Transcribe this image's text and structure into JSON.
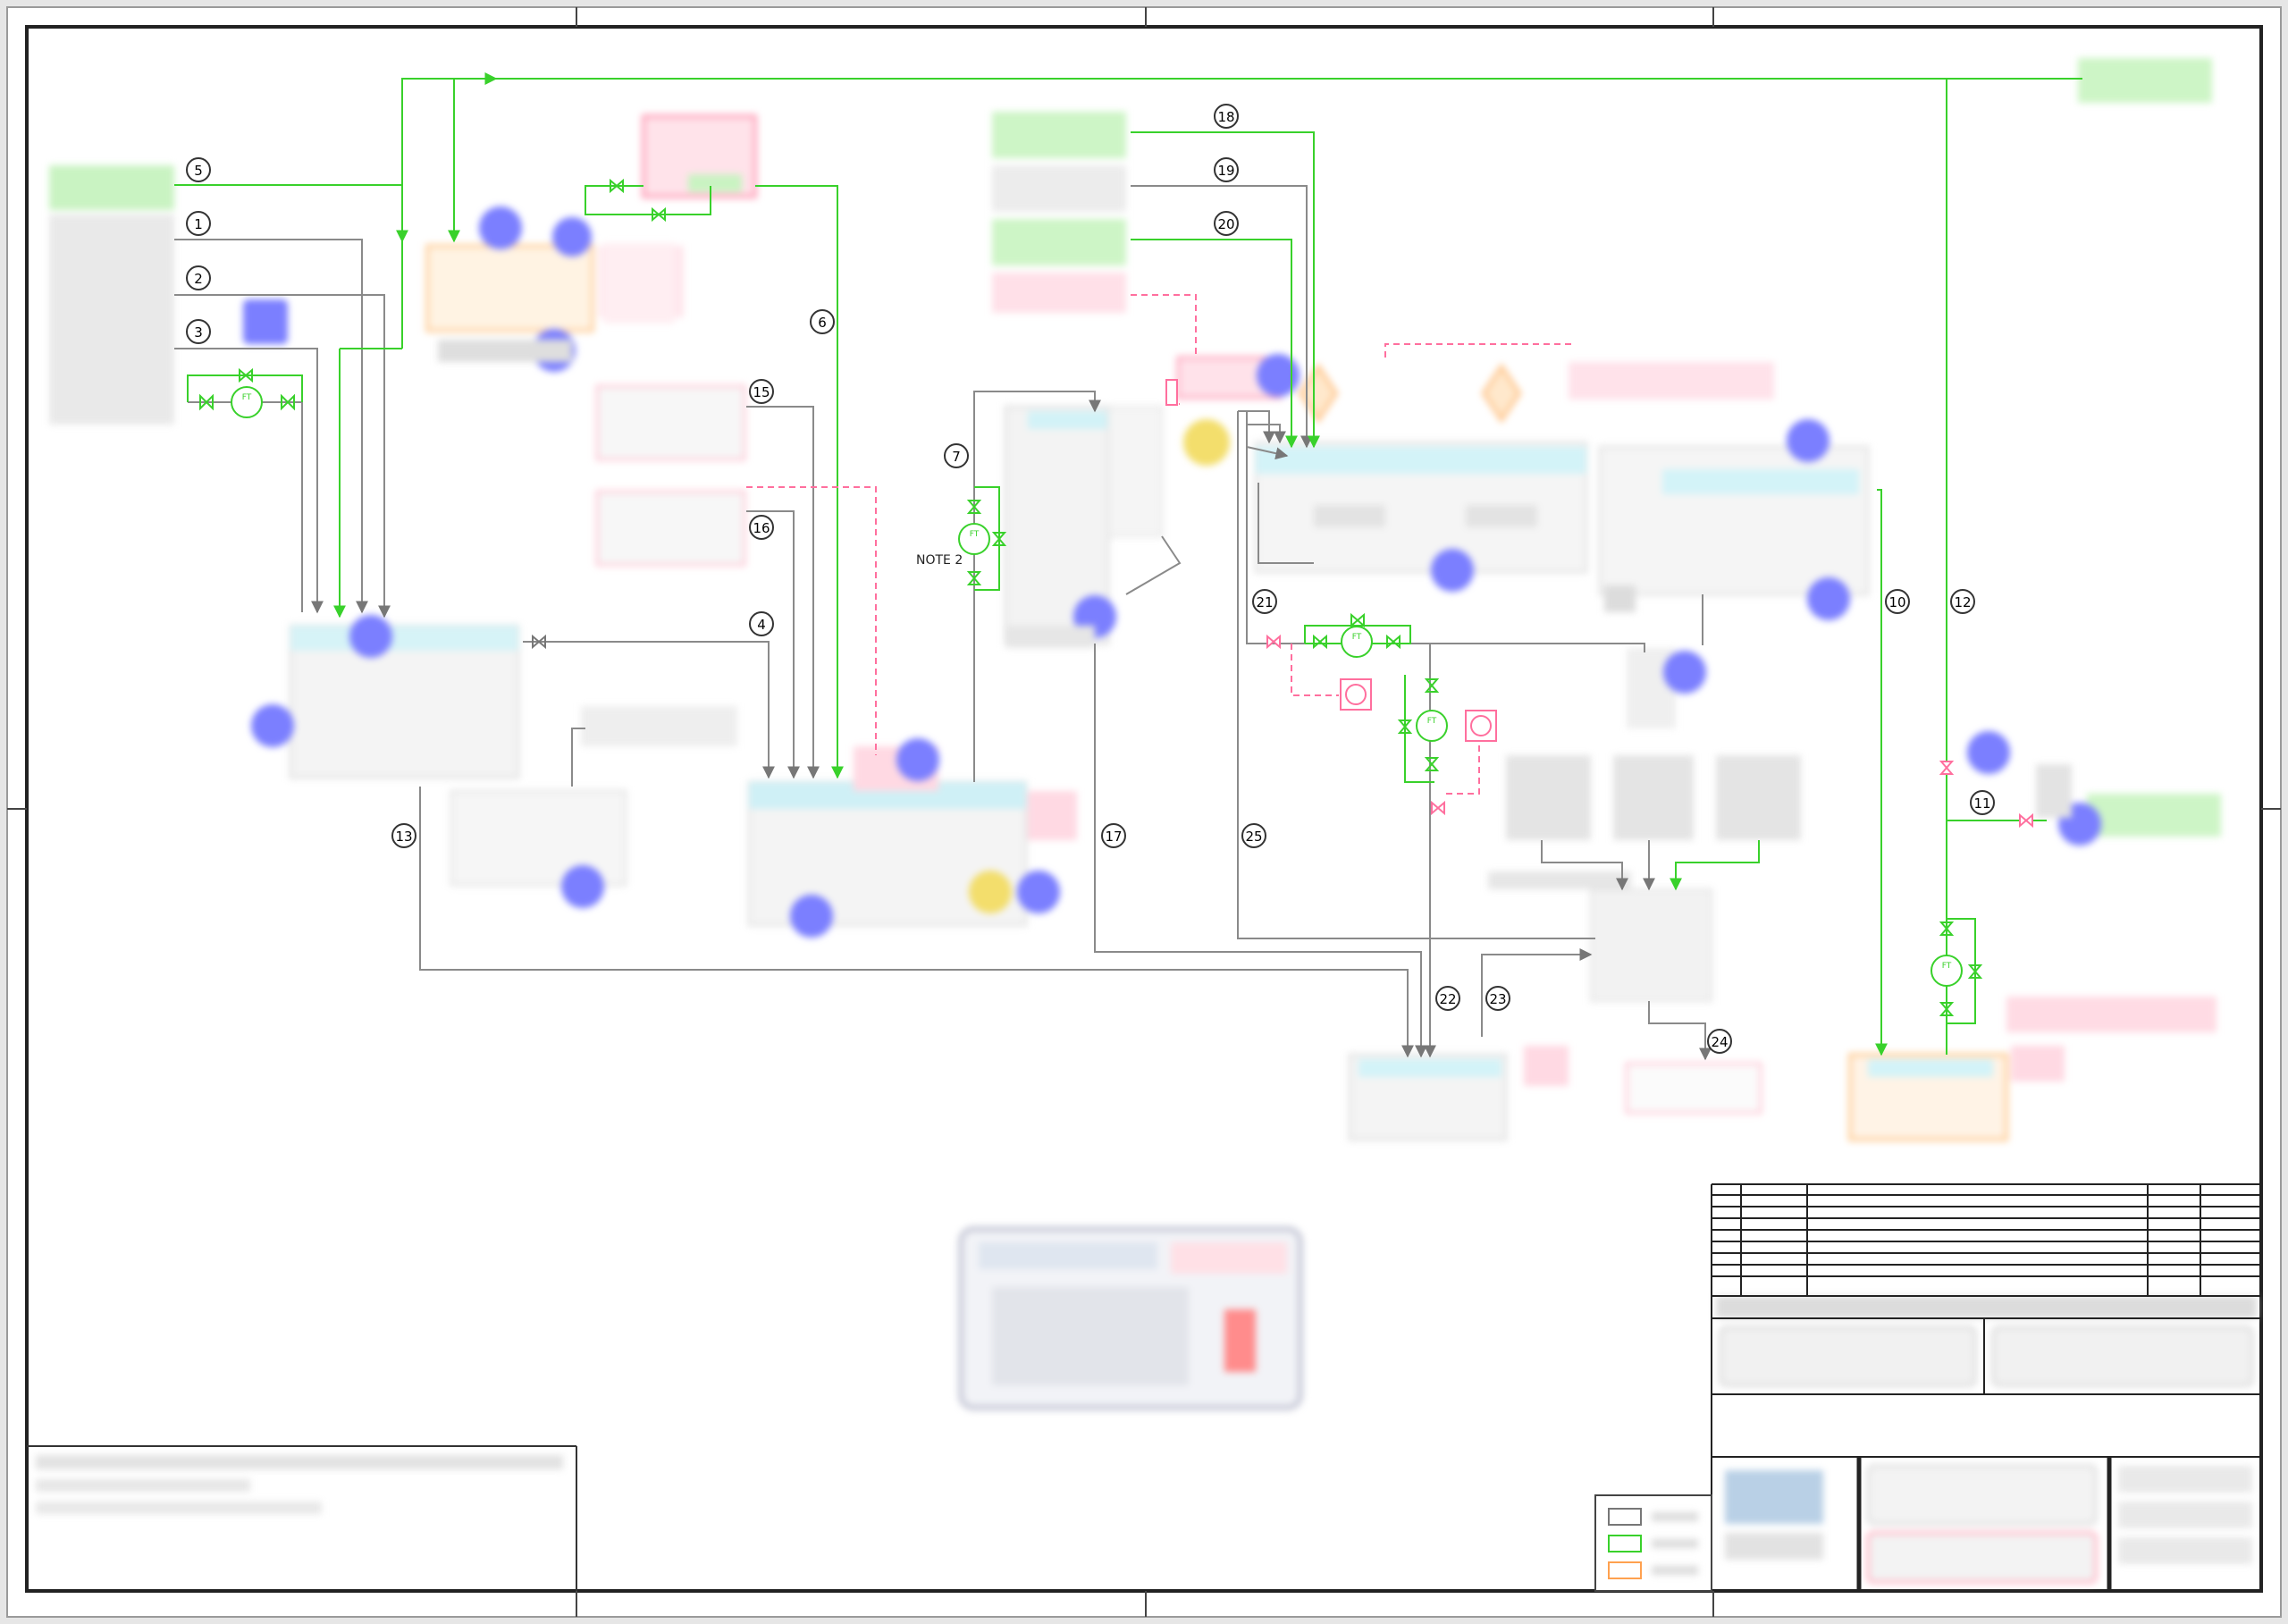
{
  "stream_numbers": [
    "1",
    "2",
    "3",
    "4",
    "5",
    "6",
    "7",
    "10",
    "11",
    "12",
    "13",
    "15",
    "16",
    "17",
    "18",
    "19",
    "20",
    "21",
    "22",
    "23",
    "24",
    "25"
  ],
  "notes": {
    "note2": "NOTE 2"
  },
  "instrument_tags": {
    "flow_transmitter": "FT"
  },
  "colors": {
    "frame": "#222222",
    "process_grey": "#8a8a8a",
    "utility_green": "#39d12b",
    "signal_pink": "#ff6f9e",
    "orange": "#ffb366",
    "tag_blue": "#6f74ff",
    "tag_yellow": "#f3de6c",
    "cyan": "#aee9f2"
  }
}
